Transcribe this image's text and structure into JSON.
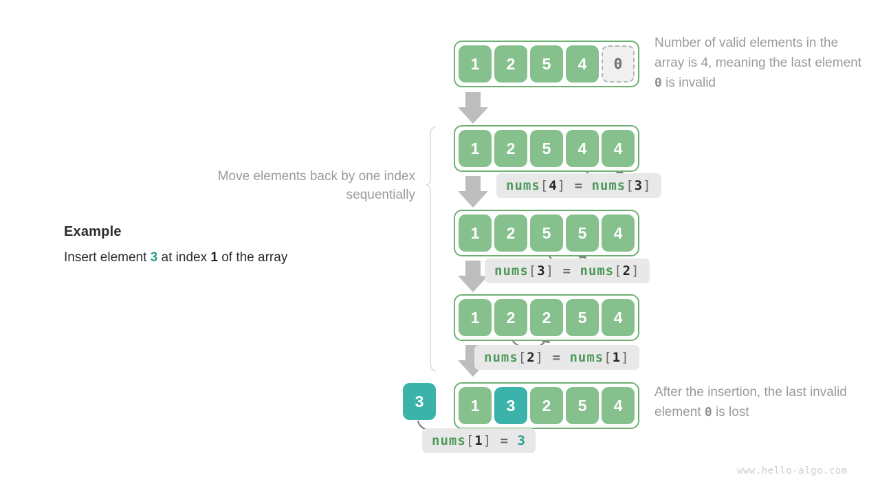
{
  "example": {
    "title": "Example",
    "desc_prefix": "Insert element ",
    "desc_value": "3",
    "desc_middle": " at index ",
    "desc_index": "1",
    "desc_suffix": " of the array"
  },
  "captions": {
    "move_elements": "Move elements back by one index sequentially",
    "note_top_a": "Number of valid elements in the array is 4, meaning the last element ",
    "note_top_zero": "0",
    "note_top_b": " is invalid",
    "note_bottom_a": "After the insertion, the last invalid element ",
    "note_bottom_zero": "0",
    "note_bottom_b": " is lost"
  },
  "arrays": [
    {
      "id": "row-initial",
      "cells": [
        {
          "value": "1",
          "style": "green"
        },
        {
          "value": "2",
          "style": "green"
        },
        {
          "value": "5",
          "style": "green"
        },
        {
          "value": "4",
          "style": "green"
        },
        {
          "value": "0",
          "style": "invalid"
        }
      ]
    },
    {
      "id": "row-step-1",
      "cells": [
        {
          "value": "1",
          "style": "green"
        },
        {
          "value": "2",
          "style": "green"
        },
        {
          "value": "5",
          "style": "green"
        },
        {
          "value": "4",
          "style": "green"
        },
        {
          "value": "4",
          "style": "green"
        }
      ]
    },
    {
      "id": "row-step-2",
      "cells": [
        {
          "value": "1",
          "style": "green"
        },
        {
          "value": "2",
          "style": "green"
        },
        {
          "value": "5",
          "style": "green"
        },
        {
          "value": "5",
          "style": "green"
        },
        {
          "value": "4",
          "style": "green"
        }
      ]
    },
    {
      "id": "row-step-3",
      "cells": [
        {
          "value": "1",
          "style": "green"
        },
        {
          "value": "2",
          "style": "green"
        },
        {
          "value": "2",
          "style": "green"
        },
        {
          "value": "5",
          "style": "green"
        },
        {
          "value": "4",
          "style": "green"
        }
      ]
    },
    {
      "id": "row-final",
      "cells": [
        {
          "value": "1",
          "style": "green"
        },
        {
          "value": "3",
          "style": "teal"
        },
        {
          "value": "2",
          "style": "green"
        },
        {
          "value": "5",
          "style": "green"
        },
        {
          "value": "4",
          "style": "green"
        }
      ]
    }
  ],
  "insert_box": {
    "value": "3"
  },
  "code_labels": [
    {
      "id": "label-1",
      "name": "nums",
      "lbr": "[",
      "index": "4",
      "rbr": "]",
      "eq": "=",
      "rhs_name": "nums",
      "rhs_lbr": "[",
      "rhs_index": "3",
      "rhs_rbr": "]"
    },
    {
      "id": "label-2",
      "name": "nums",
      "lbr": "[",
      "index": "3",
      "rbr": "]",
      "eq": "=",
      "rhs_name": "nums",
      "rhs_lbr": "[",
      "rhs_index": "2",
      "rhs_rbr": "]"
    },
    {
      "id": "label-3",
      "name": "nums",
      "lbr": "[",
      "index": "2",
      "rbr": "]",
      "eq": "=",
      "rhs_name": "nums",
      "rhs_lbr": "[",
      "rhs_index": "1",
      "rhs_rbr": "]"
    },
    {
      "id": "label-4",
      "name": "nums",
      "lbr": "[",
      "index": "1",
      "rbr": "]",
      "eq": "=",
      "rhs_value": "3"
    }
  ],
  "watermark": "www.hello-algo.com",
  "colors": {
    "green_fill": "#85c08d",
    "green_border": "#6cb071",
    "teal": "#3bb3ab",
    "gray_arrow": "#bdbdbd",
    "label_bg": "#e8e8e8",
    "caption_gray": "#9a9a9a"
  }
}
